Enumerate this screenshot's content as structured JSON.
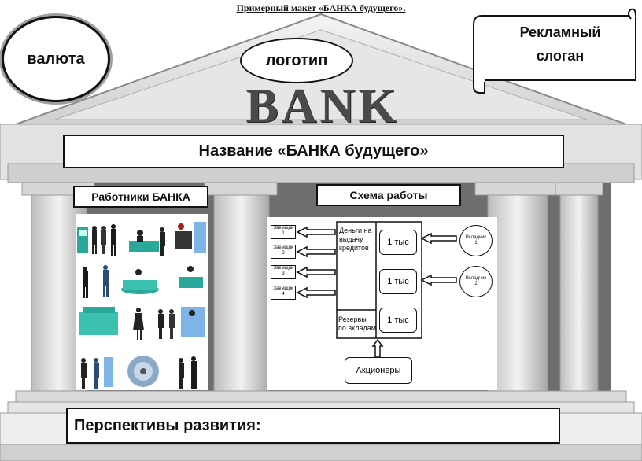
{
  "header": {
    "title": "Примерный макет «БАНКА будущего»."
  },
  "currency": {
    "label": "валюта"
  },
  "logo": {
    "label": "логотип"
  },
  "slogan": {
    "line1": "Рекламный",
    "line2": "слоган"
  },
  "bank_word": "BANK",
  "bank_name": "Название «БАНКА будущего»",
  "workers": {
    "label": "Работники БАНКА"
  },
  "scheme": {
    "label": "Схема работы",
    "borrowers": [
      "Заемщик\n1",
      "Заемщик\n2",
      "Заемщик\n3",
      "Заемщик\n4"
    ],
    "loans_label": "Деньги на\nвыдачу\nкредитов",
    "reserves_label": "Резервы\nпо вкладам",
    "amounts": [
      "1 тыс",
      "1 тыс",
      "1 тыс"
    ],
    "depositors": [
      "Вкладчик\n1",
      "Вкладчик\n2"
    ],
    "shareholders": "Акционеры"
  },
  "prospects": {
    "label": "Перспективы развития:"
  },
  "colors": {
    "stone": "#d9d9d9",
    "stone_dark": "#9a9a9a",
    "ink": "#111111",
    "teal": "#2aa89a"
  }
}
